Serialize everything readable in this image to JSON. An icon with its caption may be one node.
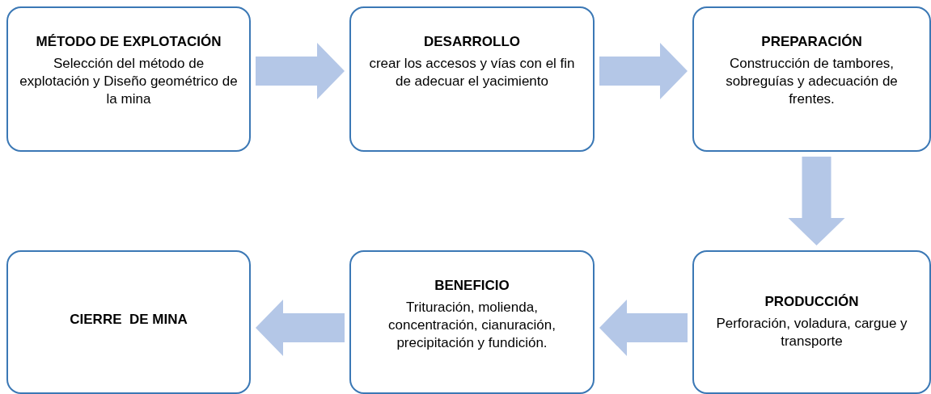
{
  "diagram": {
    "nodes": [
      {
        "text": [
          "MÉTODO DE EXPLOTACIÓN",
          "Selección del método de explotación y Diseño geométrico de la mina"
        ]
      },
      {
        "text": [
          "DESARROLLO",
          "crear los accesos y vías con el fin de adecuar el yacimiento"
        ]
      },
      {
        "text": [
          "PREPARACIÓN",
          "Construcción de tambores, sobreguías y adecuación de frentes."
        ]
      },
      {
        "text": [
          "PRODUCCIÓN",
          "Perforación, voladura, cargue y transporte"
        ]
      },
      {
        "text": [
          "BENEFICIO",
          "Trituración, molienda, concentración, cianuración, precipitación y fundición."
        ]
      },
      {
        "text": [
          "CIERRE  DE MINA"
        ]
      }
    ],
    "edges": [
      {
        "from": 0,
        "to": 1,
        "arrow": "to"
      },
      {
        "from": 1,
        "to": 2,
        "arrow": "to"
      },
      {
        "from": 2,
        "to": 3,
        "arrow": "to"
      },
      {
        "from": 3,
        "to": 4,
        "arrow": "to"
      },
      {
        "from": 4,
        "to": 5,
        "arrow": "to"
      }
    ]
  }
}
